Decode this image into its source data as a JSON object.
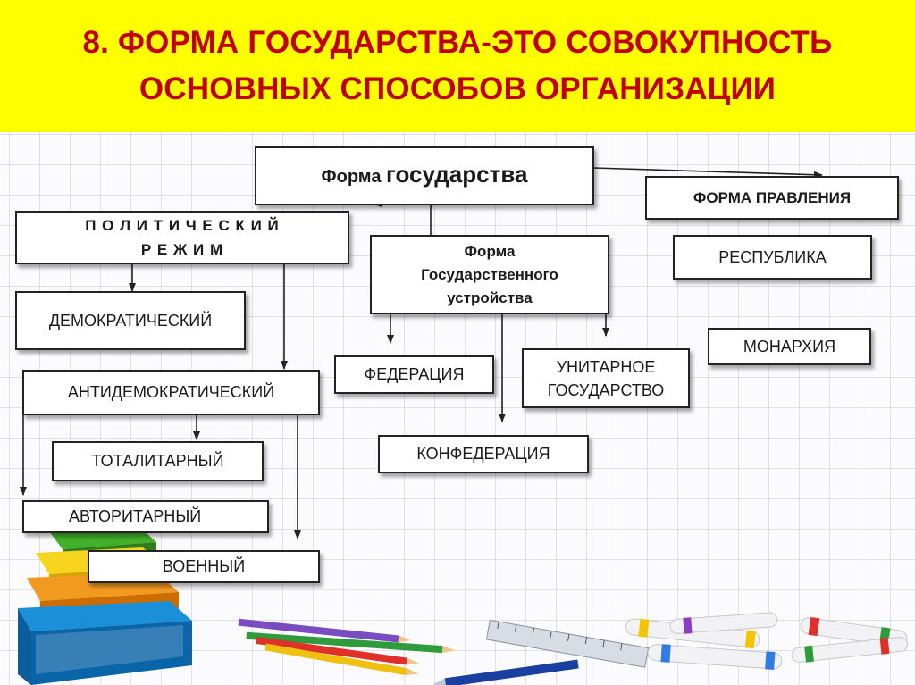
{
  "slide": {
    "title": "8. ФОРМА ГОСУДАРСТВА-ЭТО СОВОКУПНОСТЬ ОСНОВНЫХ СПОСОБОВ  ОРГАНИЗАЦИИ",
    "title_color": "#c00000",
    "title_background": "#ffff00"
  },
  "diagram": {
    "root": {
      "prefix": "Форма ",
      "main": "государства"
    },
    "political_regime": {
      "label": "П О Л И Т И Ч Е С К И Й\nР Е Ж И М",
      "democratic": "ДЕМОКРАТИЧЕСКИЙ",
      "antidemocratic": "АНТИДЕМОКРАТИЧЕСКИЙ",
      "totalitarian": "ТОТАЛИТАРНЫЙ",
      "authoritarian": "АВТОРИТАРНЫЙ",
      "military": "ВОЕННЫЙ"
    },
    "state_structure": {
      "label": "Форма\nГосударственного\nустройства",
      "federation": "ФЕДЕРАЦИЯ",
      "unitary": "УНИТАРНОЕ\nГОСУДАРСТВО",
      "confederation": "КОНФЕДЕРАЦИЯ"
    },
    "government_form": {
      "label": "ФОРМА ПРАВЛЕНИЯ",
      "republic": "РЕСПУБЛИКА",
      "monarchy": "МОНАРХИЯ"
    }
  }
}
